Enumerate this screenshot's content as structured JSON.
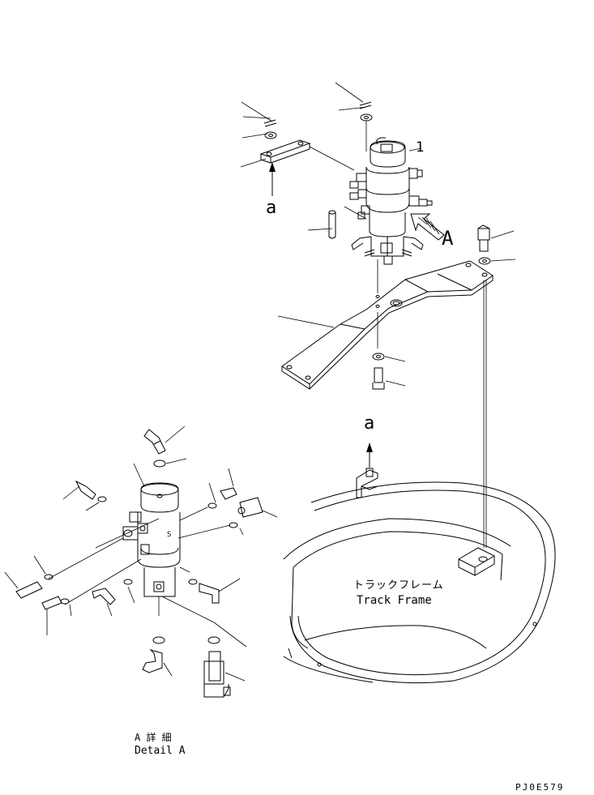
{
  "labels": {
    "part_1": "1",
    "view_a_upper": "A",
    "ref_a_upper": "a",
    "ref_a_lower": "a",
    "track_frame_jp": "トラックフレーム",
    "track_frame_en": "Track Frame",
    "detail_jp": "A 詳 細",
    "detail_en": "Detail A",
    "drawing_code": "PJ0E579"
  },
  "colors": {
    "line": "#000000",
    "background": "#ffffff"
  },
  "icons": {
    "view_arrow": "hatched-arrow-icon",
    "ref_arrow": "up-arrow-icon"
  }
}
